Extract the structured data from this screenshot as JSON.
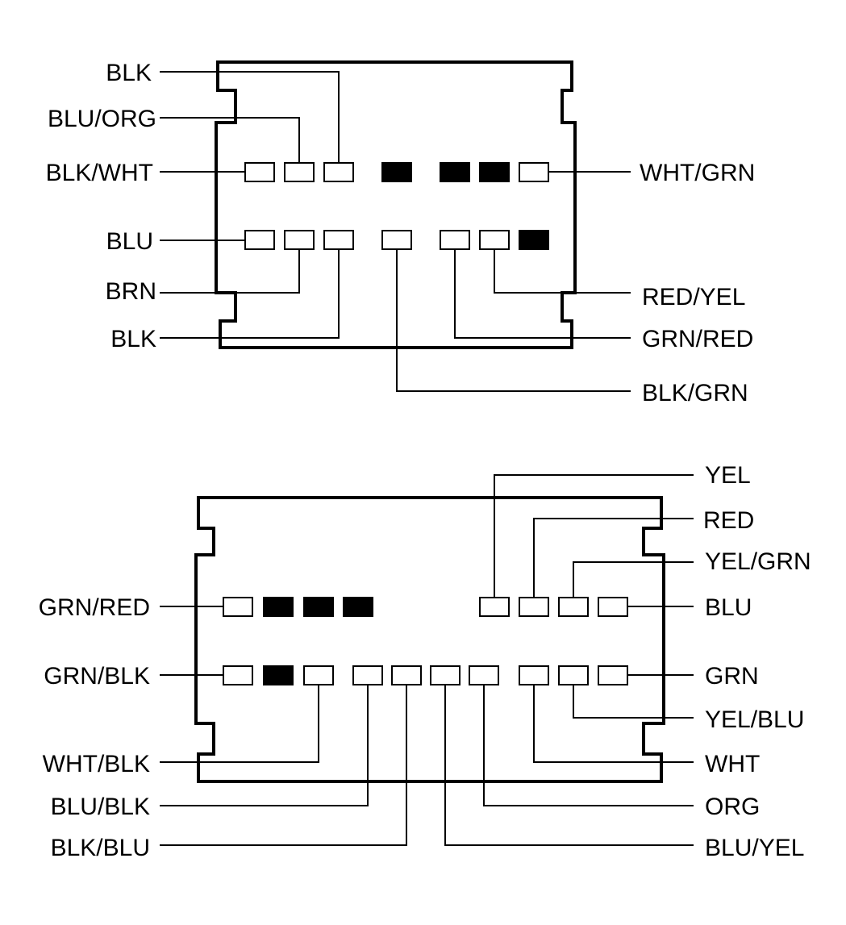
{
  "colors": {
    "ink": "#000000",
    "paper": "#ffffff",
    "pin_filled": "#000000",
    "pin_empty": "#ffffff"
  },
  "connectors": [
    {
      "name": "upper-connector",
      "pin_rows": [
        [
          "empty",
          "empty",
          "empty",
          "filled",
          "filled",
          "filled",
          "empty"
        ],
        [
          "empty",
          "empty",
          "empty",
          "empty",
          "empty",
          "empty",
          "filled"
        ]
      ],
      "wires": [
        {
          "label": "BLK",
          "row": 0,
          "pin": 2,
          "side": "left"
        },
        {
          "label": "BLU/ORG",
          "row": 0,
          "pin": 1,
          "side": "left"
        },
        {
          "label": "BLK/WHT",
          "row": 0,
          "pin": 0,
          "side": "left"
        },
        {
          "label": "BLU",
          "row": 1,
          "pin": 0,
          "side": "left"
        },
        {
          "label": "BRN",
          "row": 1,
          "pin": 1,
          "side": "left"
        },
        {
          "label": "BLK",
          "row": 1,
          "pin": 2,
          "side": "left"
        },
        {
          "label": "WHT/GRN",
          "row": 0,
          "pin": 6,
          "side": "right"
        },
        {
          "label": "RED/YEL",
          "row": 1,
          "pin": 5,
          "side": "right"
        },
        {
          "label": "GRN/RED",
          "row": 1,
          "pin": 4,
          "side": "right"
        },
        {
          "label": "BLK/GRN",
          "row": 1,
          "pin": 3,
          "side": "right"
        }
      ]
    },
    {
      "name": "lower-connector",
      "pin_rows": [
        [
          "empty",
          "filled",
          "filled",
          "filled",
          "empty",
          "empty",
          "empty",
          "empty"
        ],
        [
          "empty",
          "filled",
          "empty",
          "empty",
          "empty",
          "empty",
          "empty",
          "empty",
          "empty",
          "empty"
        ]
      ],
      "wires": [
        {
          "label": "GRN/RED",
          "row": 0,
          "pin": 0,
          "side": "left"
        },
        {
          "label": "GRN/BLK",
          "row": 1,
          "pin": 0,
          "side": "left"
        },
        {
          "label": "WHT/BLK",
          "row": 1,
          "pin": 2,
          "side": "left"
        },
        {
          "label": "BLU/BLK",
          "row": 1,
          "pin": 3,
          "side": "left"
        },
        {
          "label": "BLK/BLU",
          "row": 1,
          "pin": 4,
          "side": "left"
        },
        {
          "label": "YEL",
          "row": 0,
          "pin": 4,
          "side": "right"
        },
        {
          "label": "RED",
          "row": 0,
          "pin": 5,
          "side": "right"
        },
        {
          "label": "YEL/GRN",
          "row": 0,
          "pin": 6,
          "side": "right"
        },
        {
          "label": "BLU",
          "row": 0,
          "pin": 7,
          "side": "right"
        },
        {
          "label": "GRN",
          "row": 1,
          "pin": 9,
          "side": "right"
        },
        {
          "label": "YEL/BLU",
          "row": 1,
          "pin": 8,
          "side": "right"
        },
        {
          "label": "WHT",
          "row": 1,
          "pin": 7,
          "side": "right"
        },
        {
          "label": "ORG",
          "row": 1,
          "pin": 6,
          "side": "right"
        },
        {
          "label": "BLU/YEL",
          "row": 1,
          "pin": 5,
          "side": "right"
        }
      ]
    }
  ]
}
